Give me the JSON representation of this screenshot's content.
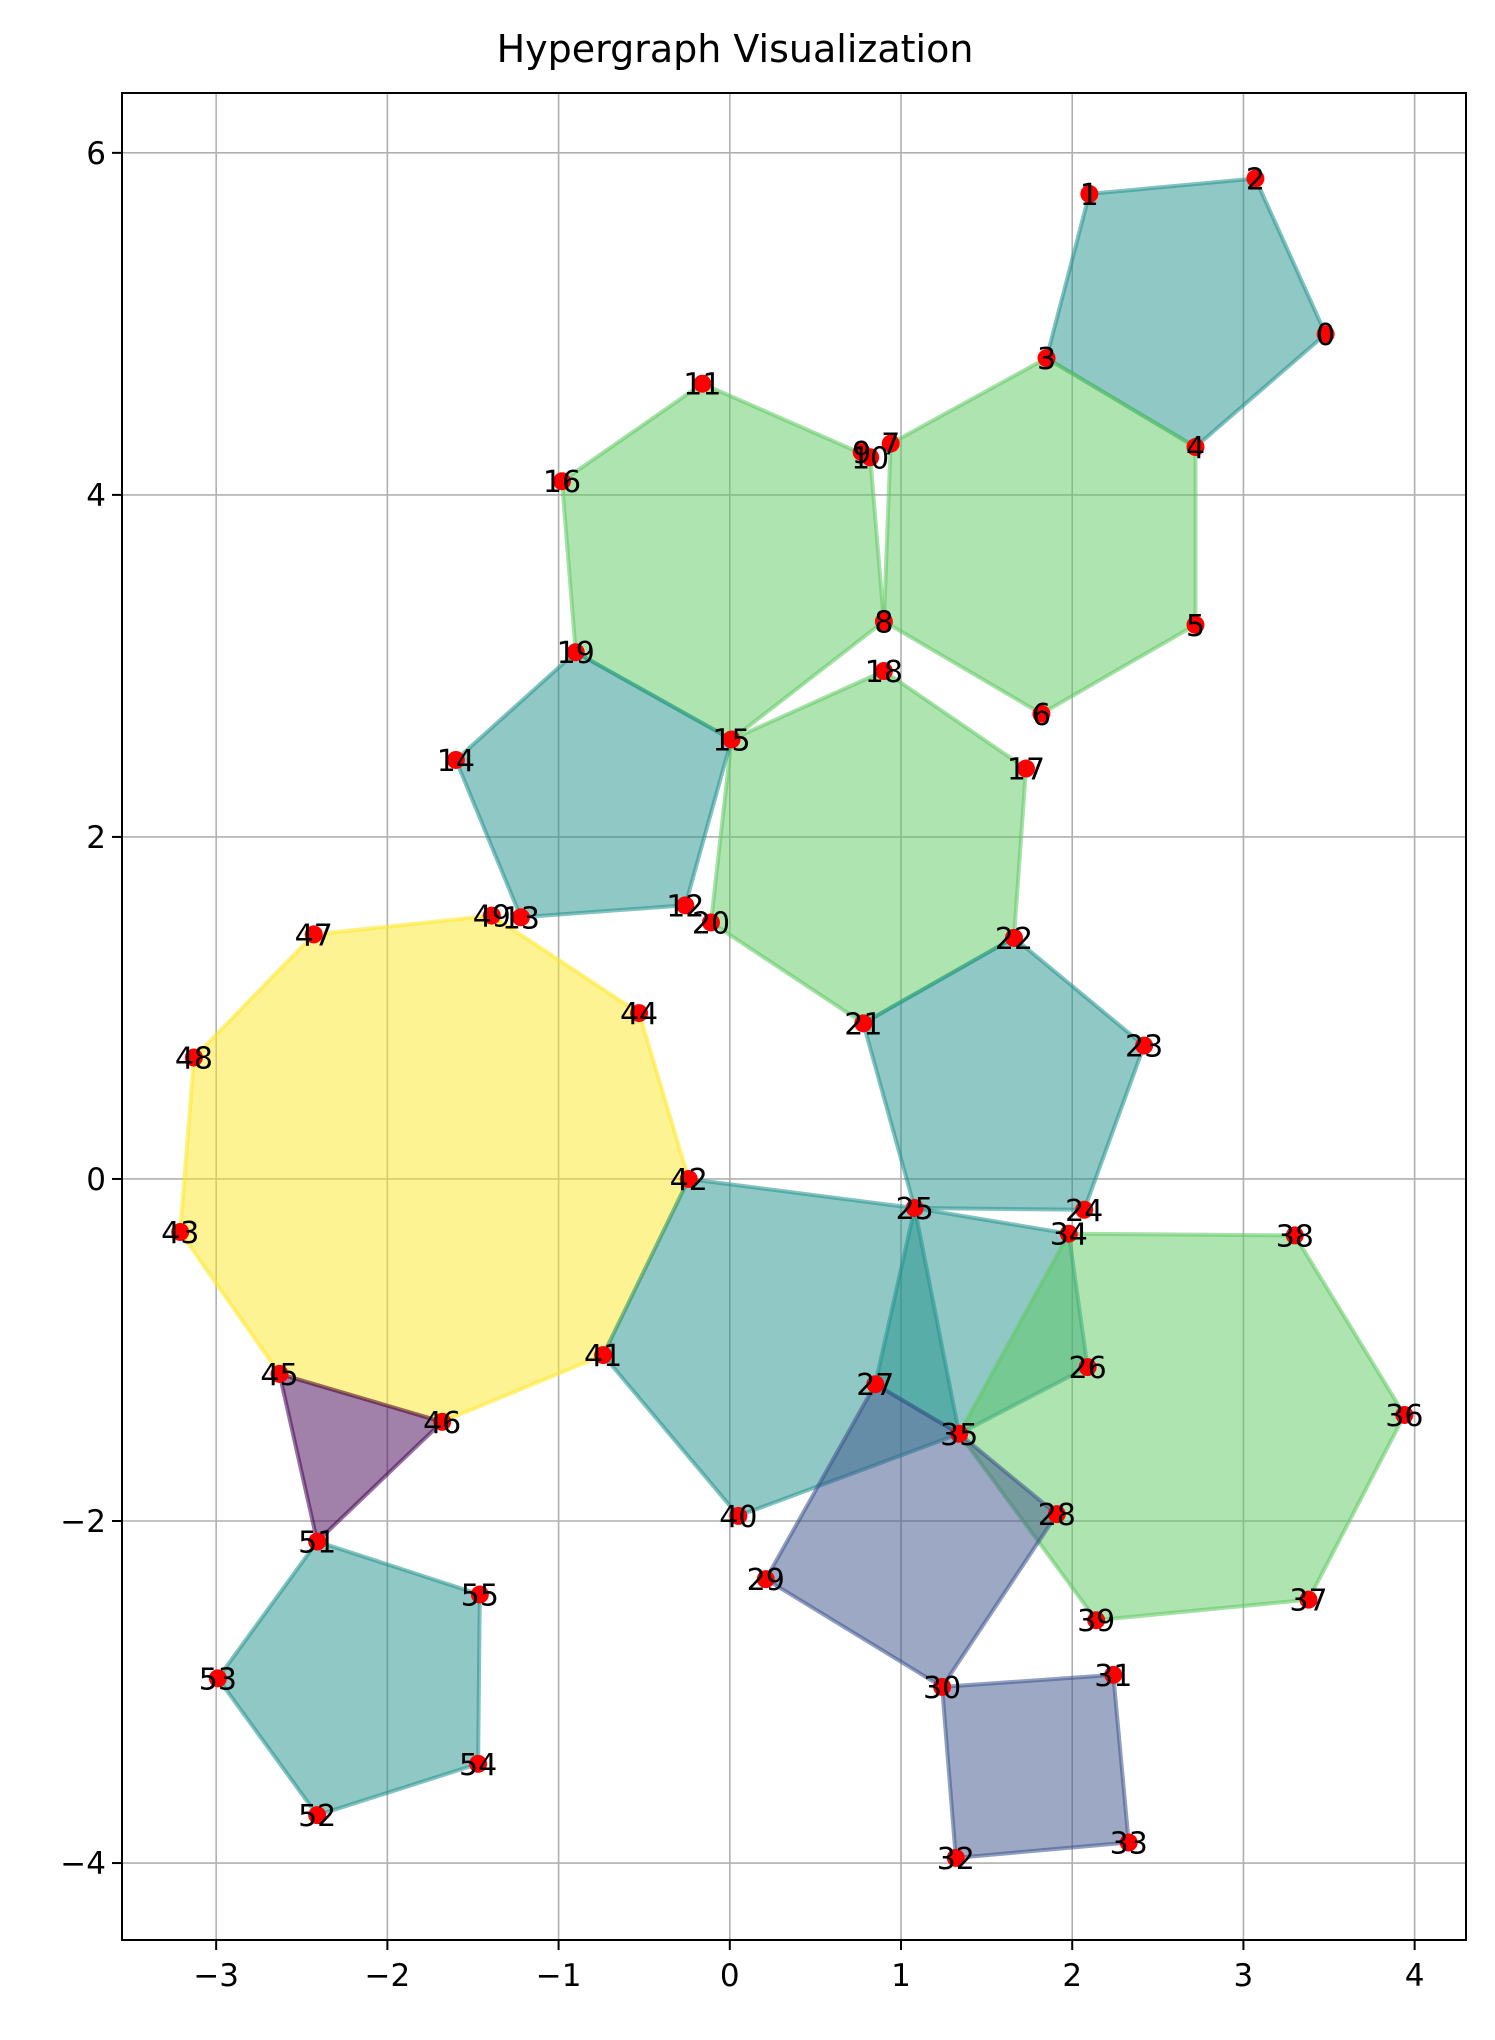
{
  "chart_data": {
    "type": "scatter",
    "subtype": "hypergraph",
    "title": "Hypergraph Visualization",
    "xlabel": "",
    "ylabel": "",
    "xlim": [
      -3.55,
      4.3
    ],
    "ylim": [
      -4.45,
      6.35
    ],
    "xticks": [
      -3,
      -2,
      -1,
      0,
      1,
      2,
      3,
      4
    ],
    "yticks": [
      -4,
      -2,
      0,
      2,
      4,
      6
    ],
    "grid": true,
    "node_color": "#ff0000",
    "nodes": [
      {
        "id": "0",
        "x": 3.48,
        "y": 4.94
      },
      {
        "id": "1",
        "x": 2.1,
        "y": 5.76
      },
      {
        "id": "2",
        "x": 3.07,
        "y": 5.85
      },
      {
        "id": "3",
        "x": 1.85,
        "y": 4.8
      },
      {
        "id": "4",
        "x": 2.72,
        "y": 4.28
      },
      {
        "id": "5",
        "x": 2.72,
        "y": 3.24
      },
      {
        "id": "6",
        "x": 1.82,
        "y": 2.72
      },
      {
        "id": "7",
        "x": 0.94,
        "y": 4.3
      },
      {
        "id": "8",
        "x": 0.9,
        "y": 3.26
      },
      {
        "id": "9",
        "x": 0.77,
        "y": 4.25
      },
      {
        "id": "10",
        "x": 0.82,
        "y": 4.22
      },
      {
        "id": "11",
        "x": -0.16,
        "y": 4.65
      },
      {
        "id": "12",
        "x": -0.26,
        "y": 1.6
      },
      {
        "id": "13",
        "x": -1.22,
        "y": 1.53
      },
      {
        "id": "14",
        "x": -1.6,
        "y": 2.45
      },
      {
        "id": "15",
        "x": 0.01,
        "y": 2.57
      },
      {
        "id": "16",
        "x": -0.98,
        "y": 4.08
      },
      {
        "id": "17",
        "x": 1.73,
        "y": 2.4
      },
      {
        "id": "18",
        "x": 0.9,
        "y": 2.97
      },
      {
        "id": "19",
        "x": -0.9,
        "y": 3.08
      },
      {
        "id": "20",
        "x": -0.11,
        "y": 1.5
      },
      {
        "id": "21",
        "x": 0.78,
        "y": 0.91
      },
      {
        "id": "22",
        "x": 1.66,
        "y": 1.41
      },
      {
        "id": "23",
        "x": 2.42,
        "y": 0.78
      },
      {
        "id": "24",
        "x": 2.07,
        "y": -0.18
      },
      {
        "id": "25",
        "x": 1.08,
        "y": -0.17
      },
      {
        "id": "26",
        "x": 2.09,
        "y": -1.1
      },
      {
        "id": "27",
        "x": 0.85,
        "y": -1.2
      },
      {
        "id": "28",
        "x": 1.91,
        "y": -1.96
      },
      {
        "id": "29",
        "x": 0.21,
        "y": -2.34
      },
      {
        "id": "30",
        "x": 1.24,
        "y": -2.97
      },
      {
        "id": "31",
        "x": 2.24,
        "y": -2.9
      },
      {
        "id": "32",
        "x": 1.32,
        "y": -3.97
      },
      {
        "id": "33",
        "x": 2.33,
        "y": -3.88
      },
      {
        "id": "34",
        "x": 1.98,
        "y": -0.32
      },
      {
        "id": "35",
        "x": 1.34,
        "y": -1.49
      },
      {
        "id": "36",
        "x": 3.94,
        "y": -1.38
      },
      {
        "id": "37",
        "x": 3.38,
        "y": -2.46
      },
      {
        "id": "38",
        "x": 3.3,
        "y": -0.33
      },
      {
        "id": "39",
        "x": 2.14,
        "y": -2.58
      },
      {
        "id": "40",
        "x": 0.05,
        "y": -1.97
      },
      {
        "id": "41",
        "x": -0.74,
        "y": -1.03
      },
      {
        "id": "42",
        "x": -0.24,
        "y": 0.0
      },
      {
        "id": "43",
        "x": -3.21,
        "y": -0.31
      },
      {
        "id": "44",
        "x": -0.53,
        "y": 0.97
      },
      {
        "id": "45",
        "x": -2.63,
        "y": -1.14
      },
      {
        "id": "46",
        "x": -1.68,
        "y": -1.42
      },
      {
        "id": "47",
        "x": -2.43,
        "y": 1.43
      },
      {
        "id": "48",
        "x": -3.13,
        "y": 0.71
      },
      {
        "id": "49",
        "x": -1.39,
        "y": 1.54
      },
      {
        "id": "51",
        "x": -2.41,
        "y": -2.12
      },
      {
        "id": "52",
        "x": -2.41,
        "y": -3.72
      },
      {
        "id": "53",
        "x": -2.99,
        "y": -2.92
      },
      {
        "id": "54",
        "x": -1.47,
        "y": -3.42
      },
      {
        "id": "55",
        "x": -1.46,
        "y": -2.43
      }
    ],
    "hyperedges": [
      {
        "nodes": [
          "43",
          "48",
          "47",
          "49",
          "44",
          "42",
          "41",
          "46",
          "45"
        ],
        "color": "#fde725",
        "fill_opacity": 0.5,
        "stroke_opacity": 0.55
      },
      {
        "nodes": [
          "1",
          "2",
          "0",
          "4",
          "3"
        ],
        "color": "#21918c",
        "fill_opacity": 0.5,
        "stroke_opacity": 0.55
      },
      {
        "nodes": [
          "3",
          "7",
          "8",
          "6",
          "5",
          "4"
        ],
        "color": "#5ec962",
        "fill_opacity": 0.5,
        "stroke_opacity": 0.55
      },
      {
        "nodes": [
          "11",
          "10",
          "8",
          "15",
          "19",
          "16"
        ],
        "color": "#5ec962",
        "fill_opacity": 0.5,
        "stroke_opacity": 0.55
      },
      {
        "nodes": [
          "18",
          "17",
          "22",
          "21",
          "20",
          "15"
        ],
        "color": "#5ec962",
        "fill_opacity": 0.5,
        "stroke_opacity": 0.55
      },
      {
        "nodes": [
          "19",
          "15",
          "12",
          "13",
          "14"
        ],
        "color": "#21918c",
        "fill_opacity": 0.5,
        "stroke_opacity": 0.55
      },
      {
        "nodes": [
          "22",
          "23",
          "24",
          "25",
          "21"
        ],
        "color": "#21918c",
        "fill_opacity": 0.5,
        "stroke_opacity": 0.55
      },
      {
        "nodes": [
          "42",
          "25",
          "35",
          "40",
          "41"
        ],
        "color": "#21918c",
        "fill_opacity": 0.5,
        "stroke_opacity": 0.55
      },
      {
        "nodes": [
          "25",
          "34",
          "26",
          "35",
          "27"
        ],
        "color": "#21918c",
        "fill_opacity": 0.5,
        "stroke_opacity": 0.55
      },
      {
        "nodes": [
          "34",
          "38",
          "36",
          "37",
          "39",
          "35"
        ],
        "color": "#5ec962",
        "fill_opacity": 0.5,
        "stroke_opacity": 0.55
      },
      {
        "nodes": [
          "27",
          "35",
          "28",
          "30",
          "29"
        ],
        "color": "#3b528b",
        "fill_opacity": 0.5,
        "stroke_opacity": 0.55
      },
      {
        "nodes": [
          "30",
          "31",
          "33",
          "32"
        ],
        "color": "#3b528b",
        "fill_opacity": 0.5,
        "stroke_opacity": 0.55
      },
      {
        "nodes": [
          "45",
          "46",
          "51"
        ],
        "color": "#440154",
        "fill_opacity": 0.5,
        "stroke_opacity": 0.55
      },
      {
        "nodes": [
          "51",
          "55",
          "54",
          "52",
          "53"
        ],
        "color": "#21918c",
        "fill_opacity": 0.5,
        "stroke_opacity": 0.55
      }
    ]
  }
}
